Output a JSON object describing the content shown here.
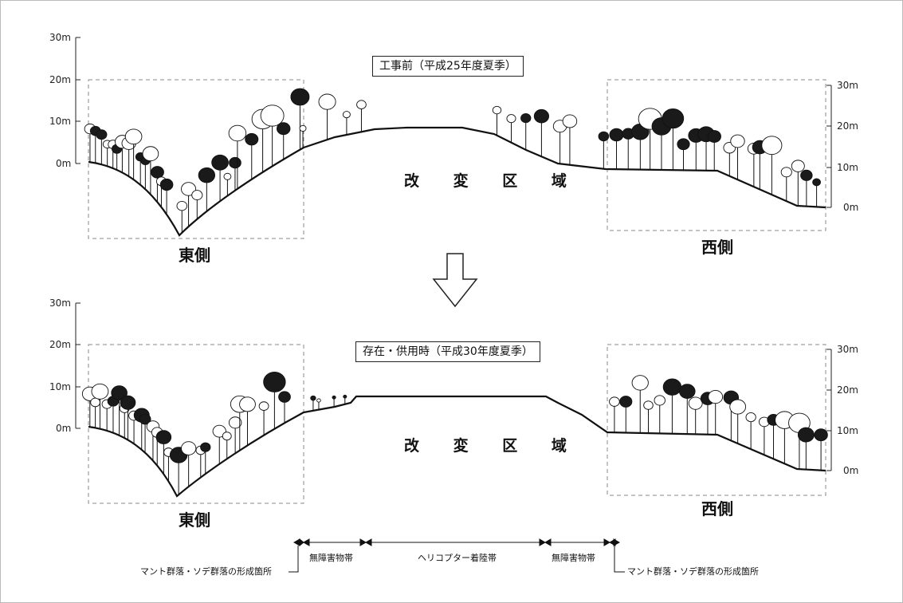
{
  "sections": [
    {
      "caption": "工事前（平成25年度夏季）",
      "left_ticks": [
        "30m",
        "20m",
        "10m",
        "0m"
      ],
      "right_ticks": [
        "30m",
        "20m",
        "10m",
        "0m"
      ],
      "east_label": "東側",
      "west_label": "西側",
      "zone_label": "改 変 区 域"
    },
    {
      "caption": "存在・供用時（平成30年度夏季）",
      "left_ticks": [
        "30m",
        "20m",
        "10m",
        "0m"
      ],
      "right_ticks": [
        "30m",
        "20m",
        "10m",
        "0m"
      ],
      "east_label": "東側",
      "west_label": "西側",
      "zone_label": "改 変 区 域"
    }
  ],
  "legend": {
    "mantle_left": "マント群落・ソデ群落の形成箇所",
    "obstacle_free_left": "無障害物帯",
    "helipad": "ヘリコプター着陸帯",
    "obstacle_free_right": "無障害物帯",
    "mantle_right": "マント群落・ソデ群落の形成箇所"
  },
  "colors": {
    "line": "#111111",
    "dashed_box": "#888888",
    "background": "#ffffff"
  },
  "icons": {
    "transition_arrow": "down-arrow-outline-icon",
    "tree": "tree-silhouette-icon"
  }
}
